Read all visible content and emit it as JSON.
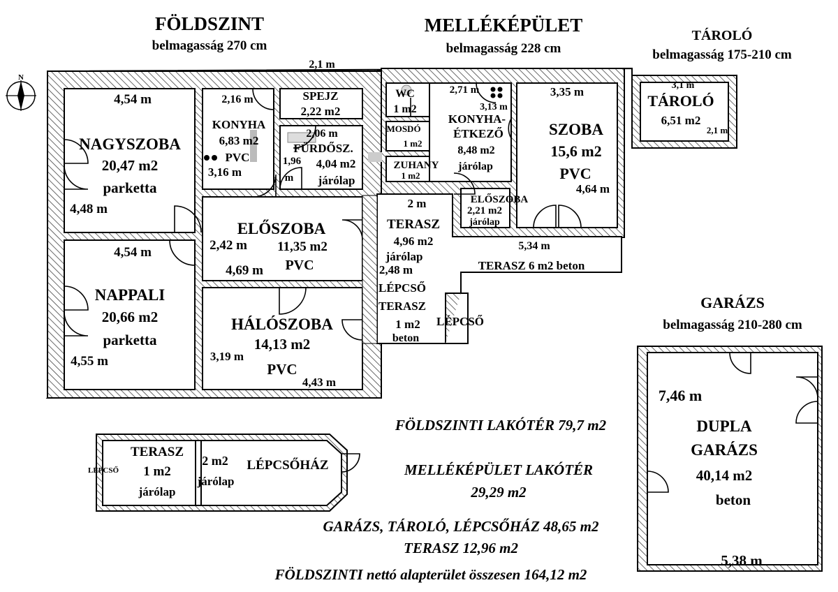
{
  "headers": {
    "foldszint": {
      "title": "FÖLDSZINT",
      "sub": "belmagasság 270 cm"
    },
    "mellekepulet": {
      "title": "MELLÉKÉPÜLET",
      "sub": "belmagasság 228 cm"
    },
    "tarolo": {
      "title": "TÁROLÓ",
      "sub": "belmagasság 175-210 cm"
    },
    "garazs": {
      "title": "GARÁZS",
      "sub": "belmagasság 210-280 cm"
    }
  },
  "compass": {
    "label": "N"
  },
  "rooms": {
    "nagyszoba": {
      "width": "4,54 m",
      "name": "NAGYSZOBA",
      "area": "20,47 m2",
      "floor": "parketta",
      "depth": "4,48 m"
    },
    "nappali": {
      "width": "4,54 m",
      "name": "NAPPALI",
      "area": "20,66 m2",
      "floor": "parketta",
      "depth": "4,55 m"
    },
    "konyha": {
      "width": "2,16 m",
      "name": "KONYHA",
      "area": "6,83 m2",
      "floor": "PVC",
      "depth": "3,16 m"
    },
    "spejz": {
      "top": "2,1 m",
      "name": "SPEJZ",
      "area": "2,22 m2"
    },
    "furdo": {
      "width": "2,06 m",
      "name": "FÜRDŐSZ.",
      "depth_a": "1,96",
      "depth_b": "m",
      "area": "4,04 m2",
      "floor": "járólap"
    },
    "eloszoba": {
      "depth": "2,42 m",
      "name": "ELŐSZOBA",
      "area": "11,35 m2",
      "floor": "PVC",
      "width": "4,69 m"
    },
    "haloszoba": {
      "name": "HÁLÓSZOBA",
      "area": "14,13 m2",
      "floor": "PVC",
      "depth": "3,19 m",
      "width": "4,43 m"
    },
    "wc": {
      "name": "WC",
      "area": "1 m2"
    },
    "mosdo": {
      "name": "MOSDÓ",
      "area": "1 m2"
    },
    "zuhany": {
      "name": "ZUHANY",
      "area": "1 m2"
    },
    "konyha_etkezo": {
      "width": "2,71 m",
      "depth": "3,13 m",
      "name1": "KONYHA-",
      "name2": "ÉTKEZŐ",
      "area": "8,48 m2",
      "floor": "járólap"
    },
    "szoba": {
      "width": "3,35 m",
      "name": "SZOBA",
      "area": "15,6 m2",
      "floor": "PVC",
      "depth": "4,64 m"
    },
    "eloszoba2": {
      "name": "ELŐSZOBA",
      "area": "2,21 m2",
      "floor": "járólap"
    },
    "tarolo": {
      "width": "3,1 m",
      "name": "TÁROLÓ",
      "area": "6,51 m2",
      "depth": "2,1 m"
    },
    "terasz1": {
      "width": "2 m",
      "name": "TERASZ",
      "area": "4,96 m2",
      "floor": "járólap",
      "depth": "2,48 m"
    },
    "terasz2": {
      "width": "5,34 m",
      "label": "TERASZ 6 m2 beton"
    },
    "lepcso_terasz": {
      "name1": "LÉPCSŐ",
      "name2": "TERASZ",
      "area": "1 m2",
      "floor": "beton",
      "stairs": "LÉPCSŐ"
    },
    "garazs": {
      "depth": "7,46 m",
      "name1": "DUPLA",
      "name2": "GARÁZS",
      "area": "40,14 m2",
      "floor": "beton",
      "width": "5,38 m"
    },
    "terasz_small": {
      "stairs": "LÉPCSŐ",
      "name": "TERASZ",
      "area": "1 m2",
      "floor": "járólap"
    },
    "lepcsohaz": {
      "dim": "2 m2",
      "floor": "járólap",
      "name": "LÉPCSŐHÁZ"
    }
  },
  "summary": {
    "line1": "FÖLDSZINTI LAKÓTÉR 79,7 m2",
    "line2a": "MELLÉKÉPÜLET LAKÓTÉR",
    "line2b": "29,29 m2",
    "line3": "GARÁZS, TÁROLÓ, LÉPCSŐHÁZ 48,65 m2",
    "line4": "TERASZ 12,96 m2",
    "line5": "FÖLDSZINTI nettó alapterület összesen 164,12 m2"
  },
  "colors": {
    "wall": "#000000",
    "hatch": "#555555",
    "background": "#ffffff"
  }
}
